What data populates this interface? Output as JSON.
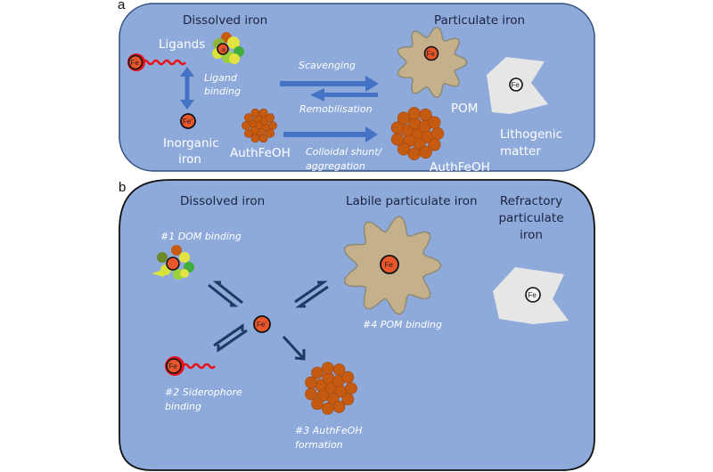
{
  "panel_a": {
    "letter": "a",
    "dissolved_heading": "Dissolved iron",
    "particulate_heading": "Particulate iron",
    "ligands": "Ligands",
    "ligand_binding": [
      "Ligand",
      "binding"
    ],
    "inorganic_iron": [
      "Inorganic",
      "iron"
    ],
    "authfeoh_left": "AuthFeOH",
    "scavenging": "Scavenging",
    "remobilisation": "Remobilisation",
    "colloidal": [
      "Colloidal shunt/",
      "aggregation"
    ],
    "pom": "POM",
    "authfeoh_right": "AuthFeOH",
    "lithogenic": [
      "Lithogenic",
      "matter"
    ]
  },
  "panel_b": {
    "letter": "b",
    "dissolved_heading": "Dissolved iron",
    "labile_heading": "Labile particulate iron",
    "refractory_heading": [
      "Refractory",
      "particulate",
      "iron"
    ],
    "dom_binding": "#1 DOM binding",
    "siderophore_binding": [
      "#2 Siderophore",
      "binding"
    ],
    "authfeoh_formation": [
      "#3 AuthFeOH",
      "formation"
    ],
    "pom_binding": "#4 POM binding"
  },
  "symbols": {
    "fe_label": "Fe",
    "fe_prime_label": "Fe'"
  },
  "colors": {
    "panel_fill": "#8eaadb",
    "panel_a_border": "#2f4f7f",
    "panel_b_border": "#111111",
    "arrow_blue": "#4472c4",
    "arrow_navy": "#1f3864",
    "iron_orange": "#e8562a",
    "pom_tan": "#c4b08a",
    "lithogenic_grey": "#e6e6e6",
    "authfeoh_brown": "#c55a11"
  }
}
